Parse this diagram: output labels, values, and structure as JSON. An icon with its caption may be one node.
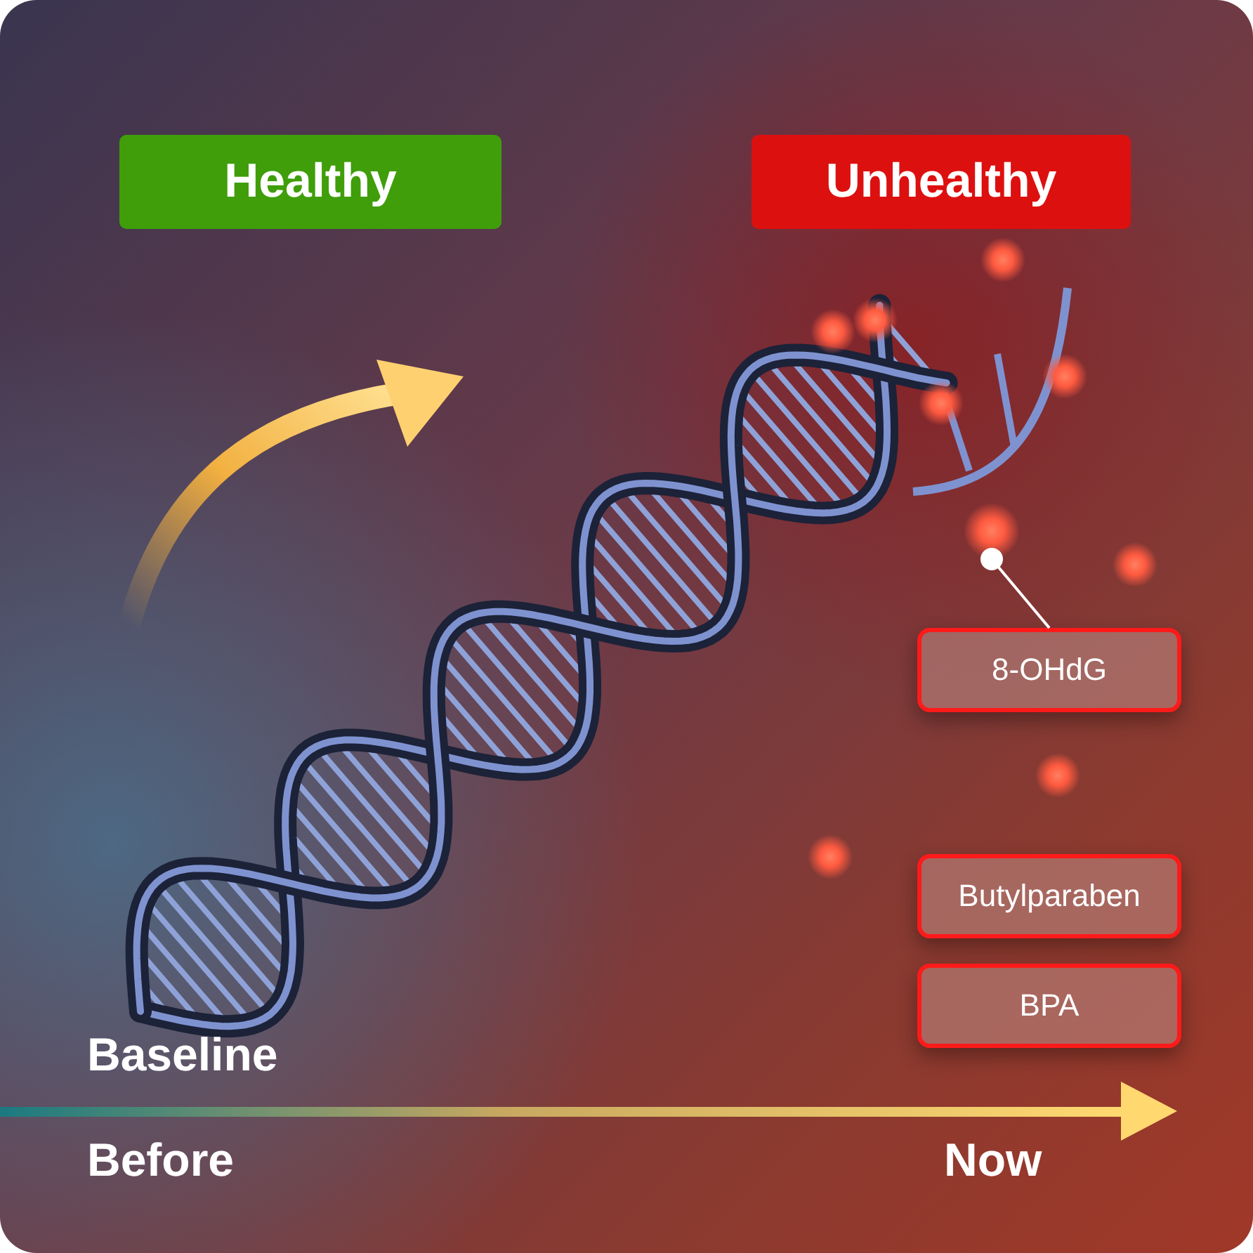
{
  "diagram": {
    "nodes": [
      {
        "text": [
          "Healthy"
        ]
      },
      {
        "text": [
          "Unhealthy"
        ]
      },
      {
        "text": [],
        "shape": "circle"
      },
      {
        "text": [
          "8-OHdG"
        ]
      },
      {
        "text": [
          "Butylparaben"
        ]
      },
      {
        "text": [
          "BPA"
        ]
      }
    ],
    "edges": [
      {
        "from": 3,
        "to": 2,
        "arrow": "other"
      }
    ],
    "labels": [
      "Baseline",
      "Before",
      "Now"
    ]
  }
}
